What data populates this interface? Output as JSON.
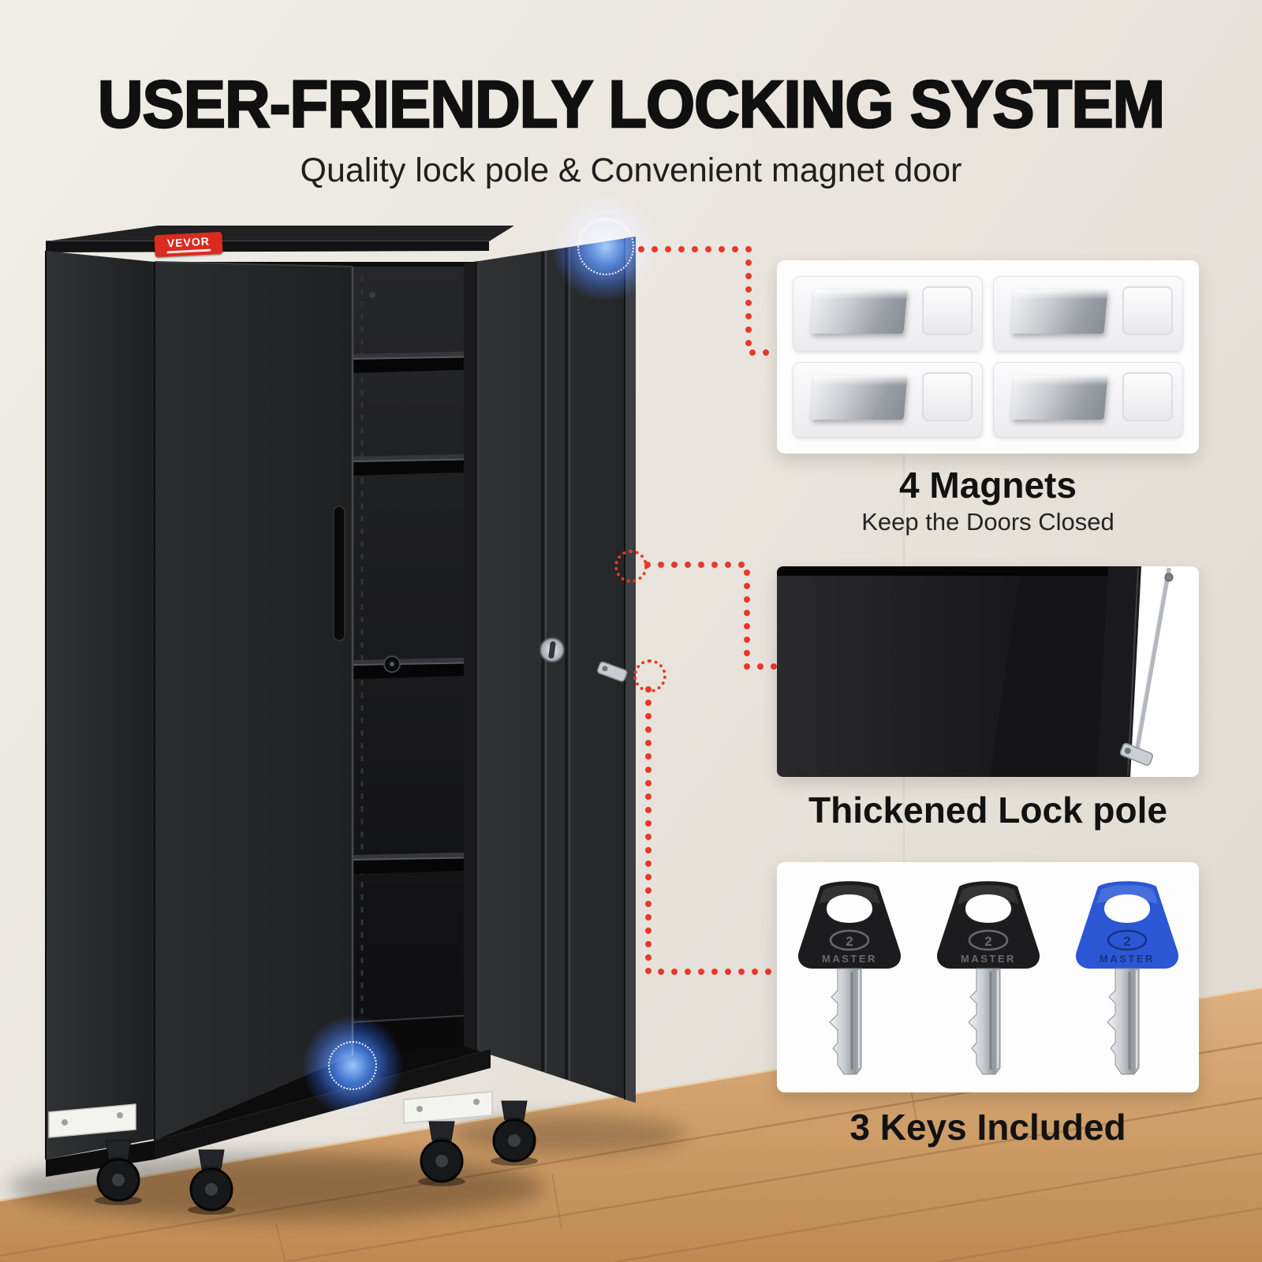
{
  "header": {
    "title": "USER-FRIENDLY LOCKING SYSTEM",
    "subtitle": "Quality lock pole & Convenient magnet door"
  },
  "brand": {
    "badge": "VEVOR"
  },
  "callouts": {
    "magnets": {
      "title": "4 Magnets",
      "subtitle": "Keep the Doors Closed"
    },
    "lock_pole": {
      "title": "Thickened Lock pole"
    },
    "keys": {
      "title": "3 Keys Included",
      "label": "MASTER",
      "emblem": "2",
      "head_colors": [
        "#1c1c1e",
        "#1c1c1e",
        "#2b57d5"
      ],
      "detail_colors": [
        "#6a6a6c",
        "#6a6a6c",
        "#16337e"
      ]
    }
  },
  "colors": {
    "connector_red": "#e8382a",
    "glow_blue": "#2f7ff0",
    "badge_red": "#d92b20",
    "key_blue": "#2b57d5"
  }
}
